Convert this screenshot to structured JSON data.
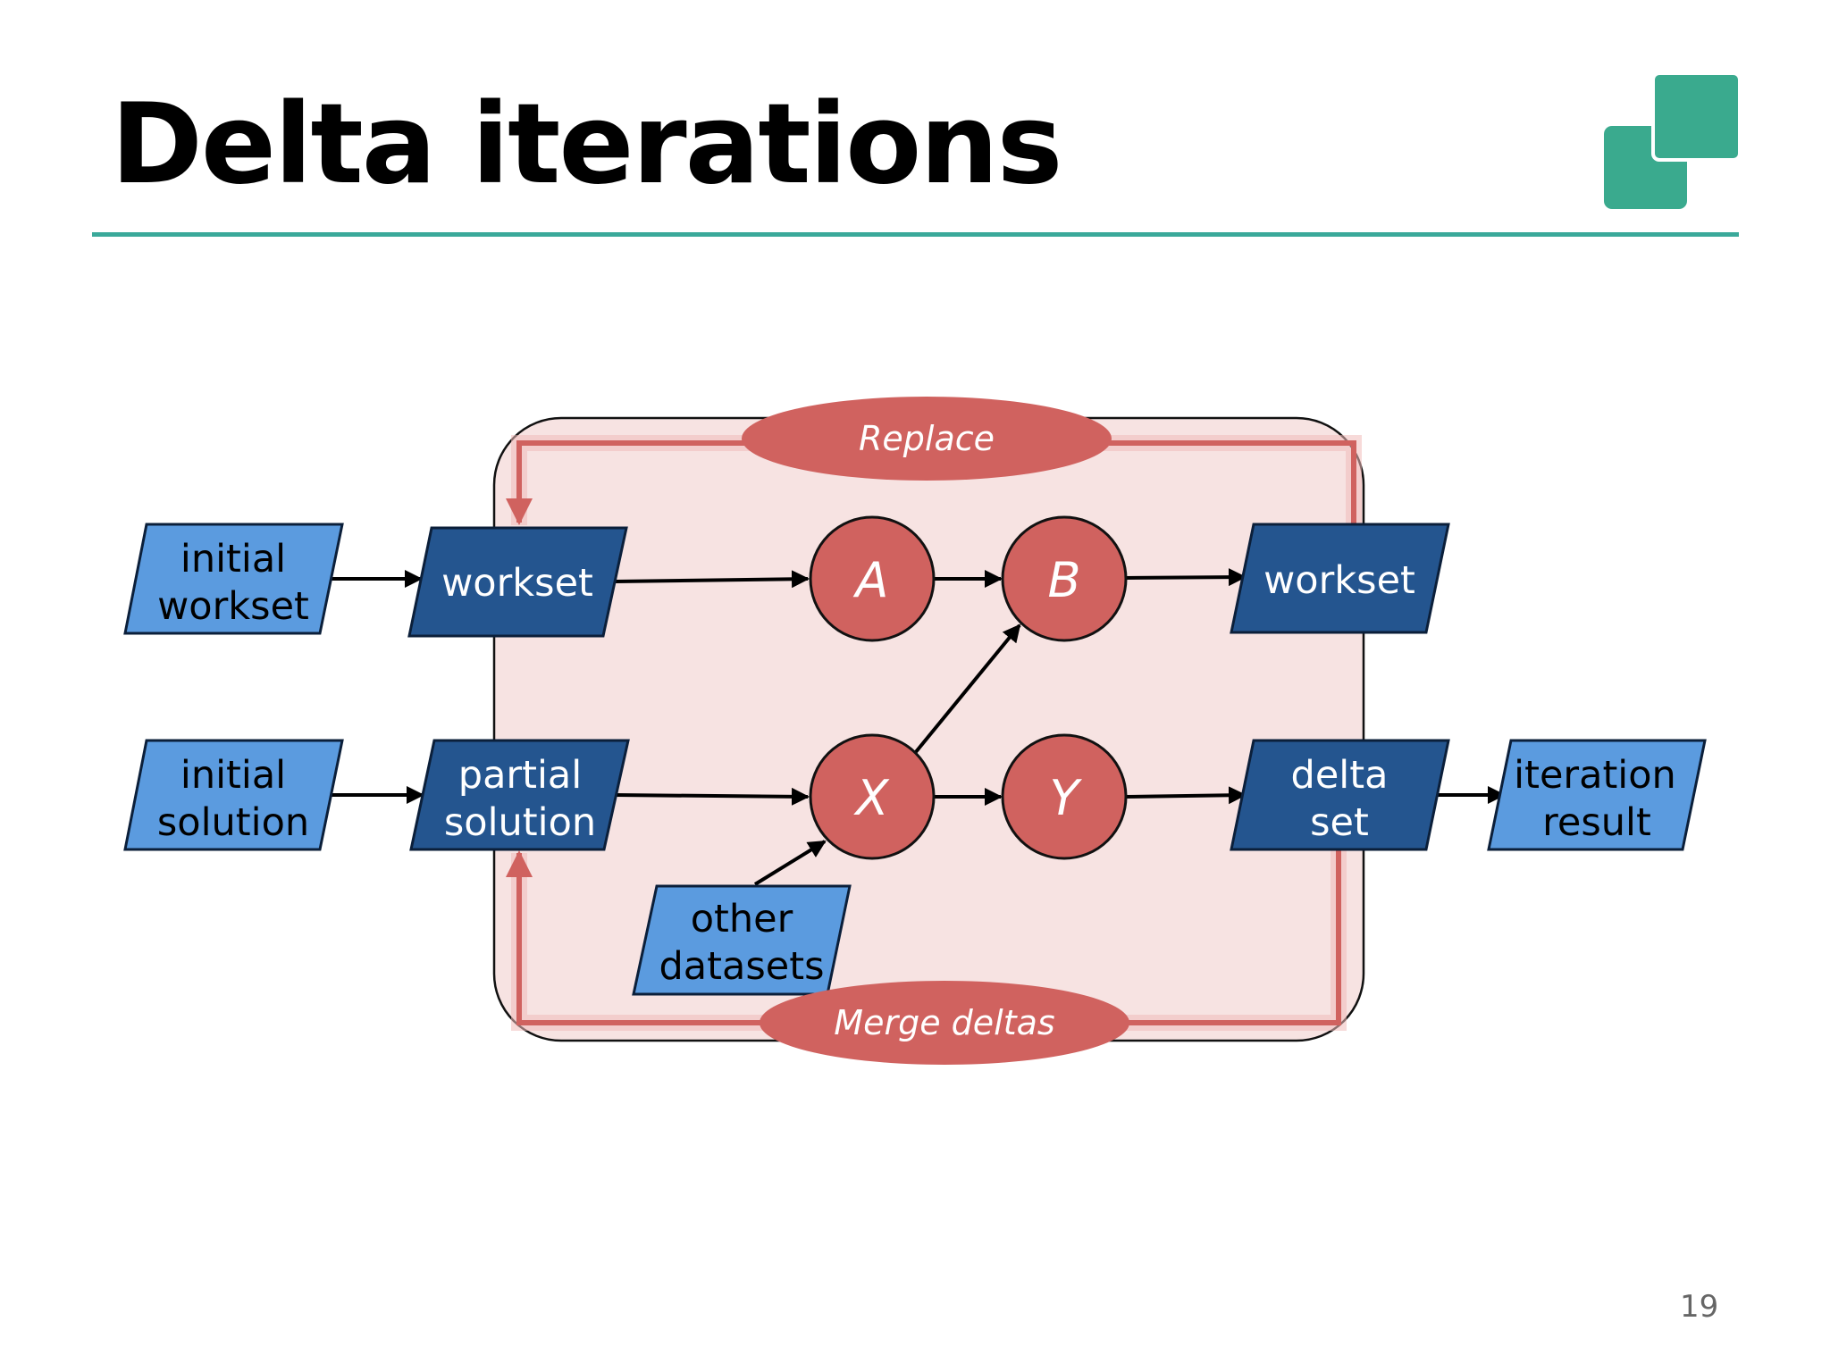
{
  "slide": {
    "title": "Delta iterations",
    "page_number": "19"
  },
  "colors": {
    "accent_rule": "#3aa99a",
    "logo": "#3aaa8e",
    "input_fill": "#5b9bdf",
    "internal_fill": "#24558f",
    "operator_fill": "#d0625f",
    "region_fill": "#f7e3e2",
    "feedback_line": "#d0625f"
  },
  "diagram": {
    "inputs": {
      "initial_workset": [
        "initial",
        "workset"
      ],
      "initial_solution": [
        "initial",
        "solution"
      ],
      "other_datasets": [
        "other",
        "datasets"
      ]
    },
    "internal": {
      "workset_in": [
        "workset"
      ],
      "partial_solution": [
        "partial",
        "solution"
      ],
      "workset_out": [
        "workset"
      ],
      "delta_set": [
        "delta",
        "set"
      ]
    },
    "output": {
      "iteration_result": [
        "iteration",
        "result"
      ]
    },
    "operators": {
      "A": "A",
      "B": "B",
      "X": "X",
      "Y": "Y"
    },
    "feedback": {
      "replace": "Replace",
      "merge_deltas": "Merge deltas"
    }
  }
}
